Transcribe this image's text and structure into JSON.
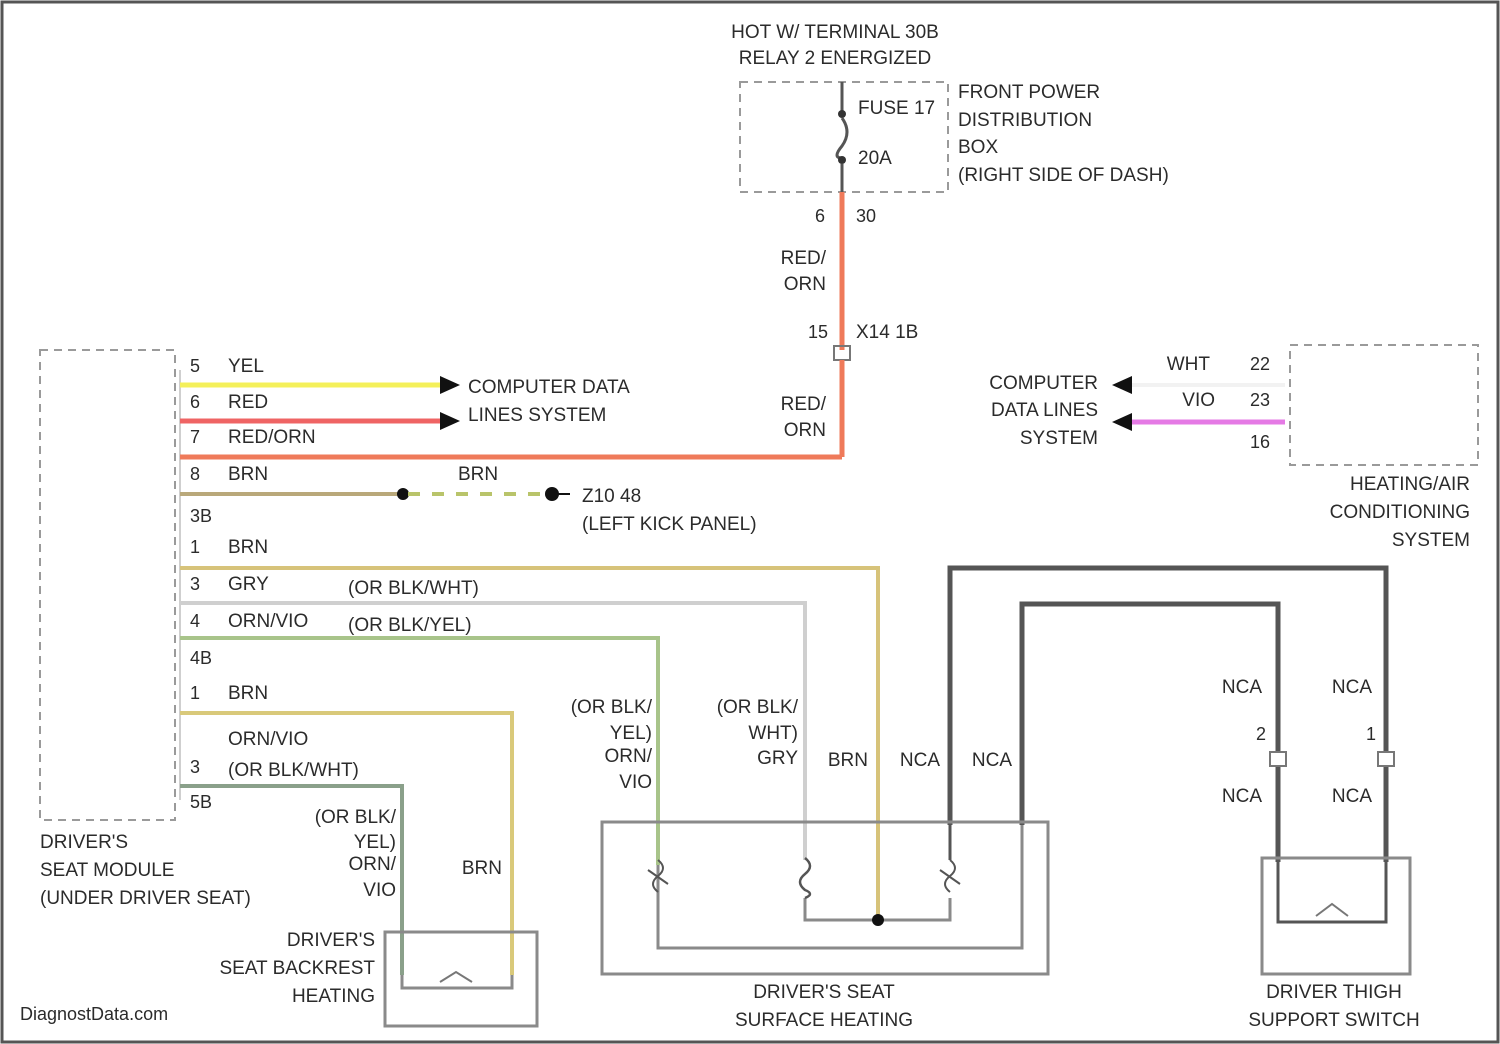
{
  "power_header": {
    "line1": "HOT W/ TERMINAL 30B",
    "line2": "RELAY 2 ENERGIZED"
  },
  "fuse": {
    "name": "FUSE 17",
    "rating": "20A",
    "box_label": [
      "FRONT POWER",
      "DISTRIBUTION",
      "BOX",
      "(RIGHT SIDE OF DASH)"
    ]
  },
  "fuse_pins": {
    "left": "6",
    "right": "30"
  },
  "feed_wire": {
    "color_line1": "RED/",
    "color_line2": "ORN",
    "connector_pin": "15",
    "connector": "X14 1B"
  },
  "feed_wire_lower": {
    "color_line1": "RED/",
    "color_line2": "ORN"
  },
  "module": {
    "name": "DRIVER'S SEAT MODULE (UNDER DRIVER SEAT)",
    "label_lines": [
      "DRIVER'S",
      "SEAT MODULE",
      "(UNDER DRIVER SEAT)"
    ]
  },
  "module_pins": [
    {
      "pin": "5",
      "color": "YEL",
      "wire_hex": "#f4f05a"
    },
    {
      "pin": "6",
      "color": "RED",
      "wire_hex": "#ef6464"
    },
    {
      "pin": "7",
      "color": "RED/ORN",
      "wire_hex": "#ef7a5a"
    },
    {
      "pin": "8",
      "color": "BRN",
      "wire_hex": "#b9a87a"
    },
    {
      "pin": "3B",
      "color": "",
      "wire_hex": ""
    },
    {
      "pin": "1",
      "color": "BRN",
      "wire_hex": "#d7c37a"
    },
    {
      "pin": "3",
      "color": "GRY",
      "wire_hex": "#cfcfcf"
    },
    {
      "pin": "4",
      "color": "ORN/VIO",
      "wire_hex": "#a8c48a"
    },
    {
      "pin": "4B",
      "color": "",
      "wire_hex": ""
    },
    {
      "pin": "1",
      "color": "BRN",
      "wire_hex": "#d9c97a"
    },
    {
      "pin": "",
      "color": "ORN/VIO",
      "wire_hex": ""
    },
    {
      "pin": "3",
      "color": "(OR BLK/WHT)",
      "wire_hex": "#8aa08a"
    },
    {
      "pin": "5B",
      "color": "",
      "wire_hex": ""
    }
  ],
  "alt_colors": {
    "gry_alt": "(OR BLK/WHT)",
    "ornvio_alt": "(OR BLK/YEL)"
  },
  "data_lines_left": [
    "COMPUTER DATA",
    "LINES SYSTEM"
  ],
  "ground": {
    "splice_wire_color": "BRN",
    "point": "Z10 48",
    "location": "(LEFT KICK PANEL)"
  },
  "hvac": {
    "pins": [
      "22",
      "23",
      "16"
    ],
    "wire_colors": [
      "WHT",
      "VIO"
    ],
    "data_lines": [
      "COMPUTER",
      "DATA LINES",
      "SYSTEM"
    ],
    "label_lines": [
      "HEATING/AIR",
      "CONDITIONING",
      "SYSTEM"
    ],
    "vio_hex": "#e57ae5"
  },
  "seat_heater_wires": {
    "left_stack": [
      "(OR BLK/",
      "YEL)",
      "ORN/",
      "VIO"
    ],
    "mid_stack": [
      "(OR BLK/",
      "WHT)",
      "GRY"
    ],
    "brn": "BRN",
    "nca1": "NCA",
    "nca2": "NCA"
  },
  "thigh_wires": {
    "top_left": "NCA",
    "top_right": "NCA",
    "pin_left": "2",
    "pin_right": "1",
    "bottom_left": "NCA",
    "bottom_right": "NCA"
  },
  "backrest_wires": {
    "stack": [
      "(OR BLK/",
      "YEL)",
      "ORN/",
      "VIO"
    ],
    "brn": "BRN"
  },
  "components": {
    "backrest": [
      "DRIVER'S",
      "SEAT BACKREST",
      "HEATING"
    ],
    "surface": [
      "DRIVER'S SEAT",
      "SURFACE HEATING"
    ],
    "thigh": [
      "DRIVER THIGH",
      "SUPPORT SWITCH"
    ]
  },
  "watermark": "DiagnostData.com"
}
